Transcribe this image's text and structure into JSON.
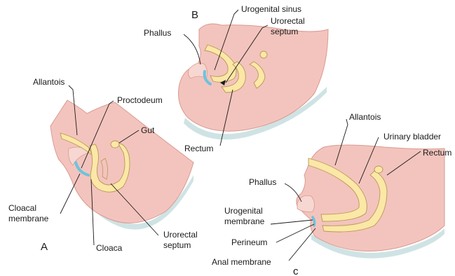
{
  "panels": {
    "a": {
      "letter": "A",
      "labels": {
        "allantois": "Allantois",
        "proctodeum": "Proctodeum",
        "gut": "Gut",
        "cloacal_membrane_line1": "Cloacal",
        "cloacal_membrane_line2": "membrane",
        "cloaca": "Cloaca",
        "urorectal_septum_line1": "Urorectal",
        "urorectal_septum_line2": "septum"
      }
    },
    "b": {
      "letter": "B",
      "labels": {
        "phallus": "Phallus",
        "urogenital_sinus": "Urogenital sinus",
        "urorectal_septum_line1": "Urorectal",
        "urorectal_septum_line2": "septum",
        "rectum": "Rectum"
      }
    },
    "c": {
      "letter": "c",
      "labels": {
        "allantois": "Allantois",
        "urinary_bladder": "Urinary bladder",
        "rectum": "Rectum",
        "phallus": "Phallus",
        "urogenital_membrane_line1": "Urogenital",
        "urogenital_membrane_line2": "membrane",
        "perineum": "Perineum",
        "anal_membrane": "Anal membrane"
      }
    }
  },
  "colors": {
    "tissue": "#f3c4bd",
    "tissue_edge": "#d99a90",
    "endoderm": "#fbe7a6",
    "endoderm_edge": "#b9975a",
    "membrane": "#6cc3dd",
    "shadow": "#cfe3e4"
  }
}
